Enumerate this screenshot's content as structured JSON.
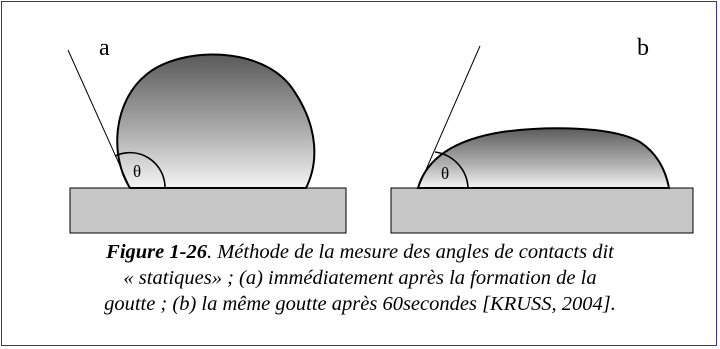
{
  "panels": [
    {
      "label": "a",
      "angle_symbol": "θ"
    },
    {
      "label": "b",
      "angle_symbol": "θ"
    }
  ],
  "caption": {
    "figure_label": "Figure 1-26",
    "line1": ". Méthode de la mesure des angles de contacts dit",
    "line2": "« statiques» ; (a) immédiatement après la formation de la",
    "line3": "goutte ; (b) la même goutte après 60secondes [KRUSS, 2004]."
  }
}
